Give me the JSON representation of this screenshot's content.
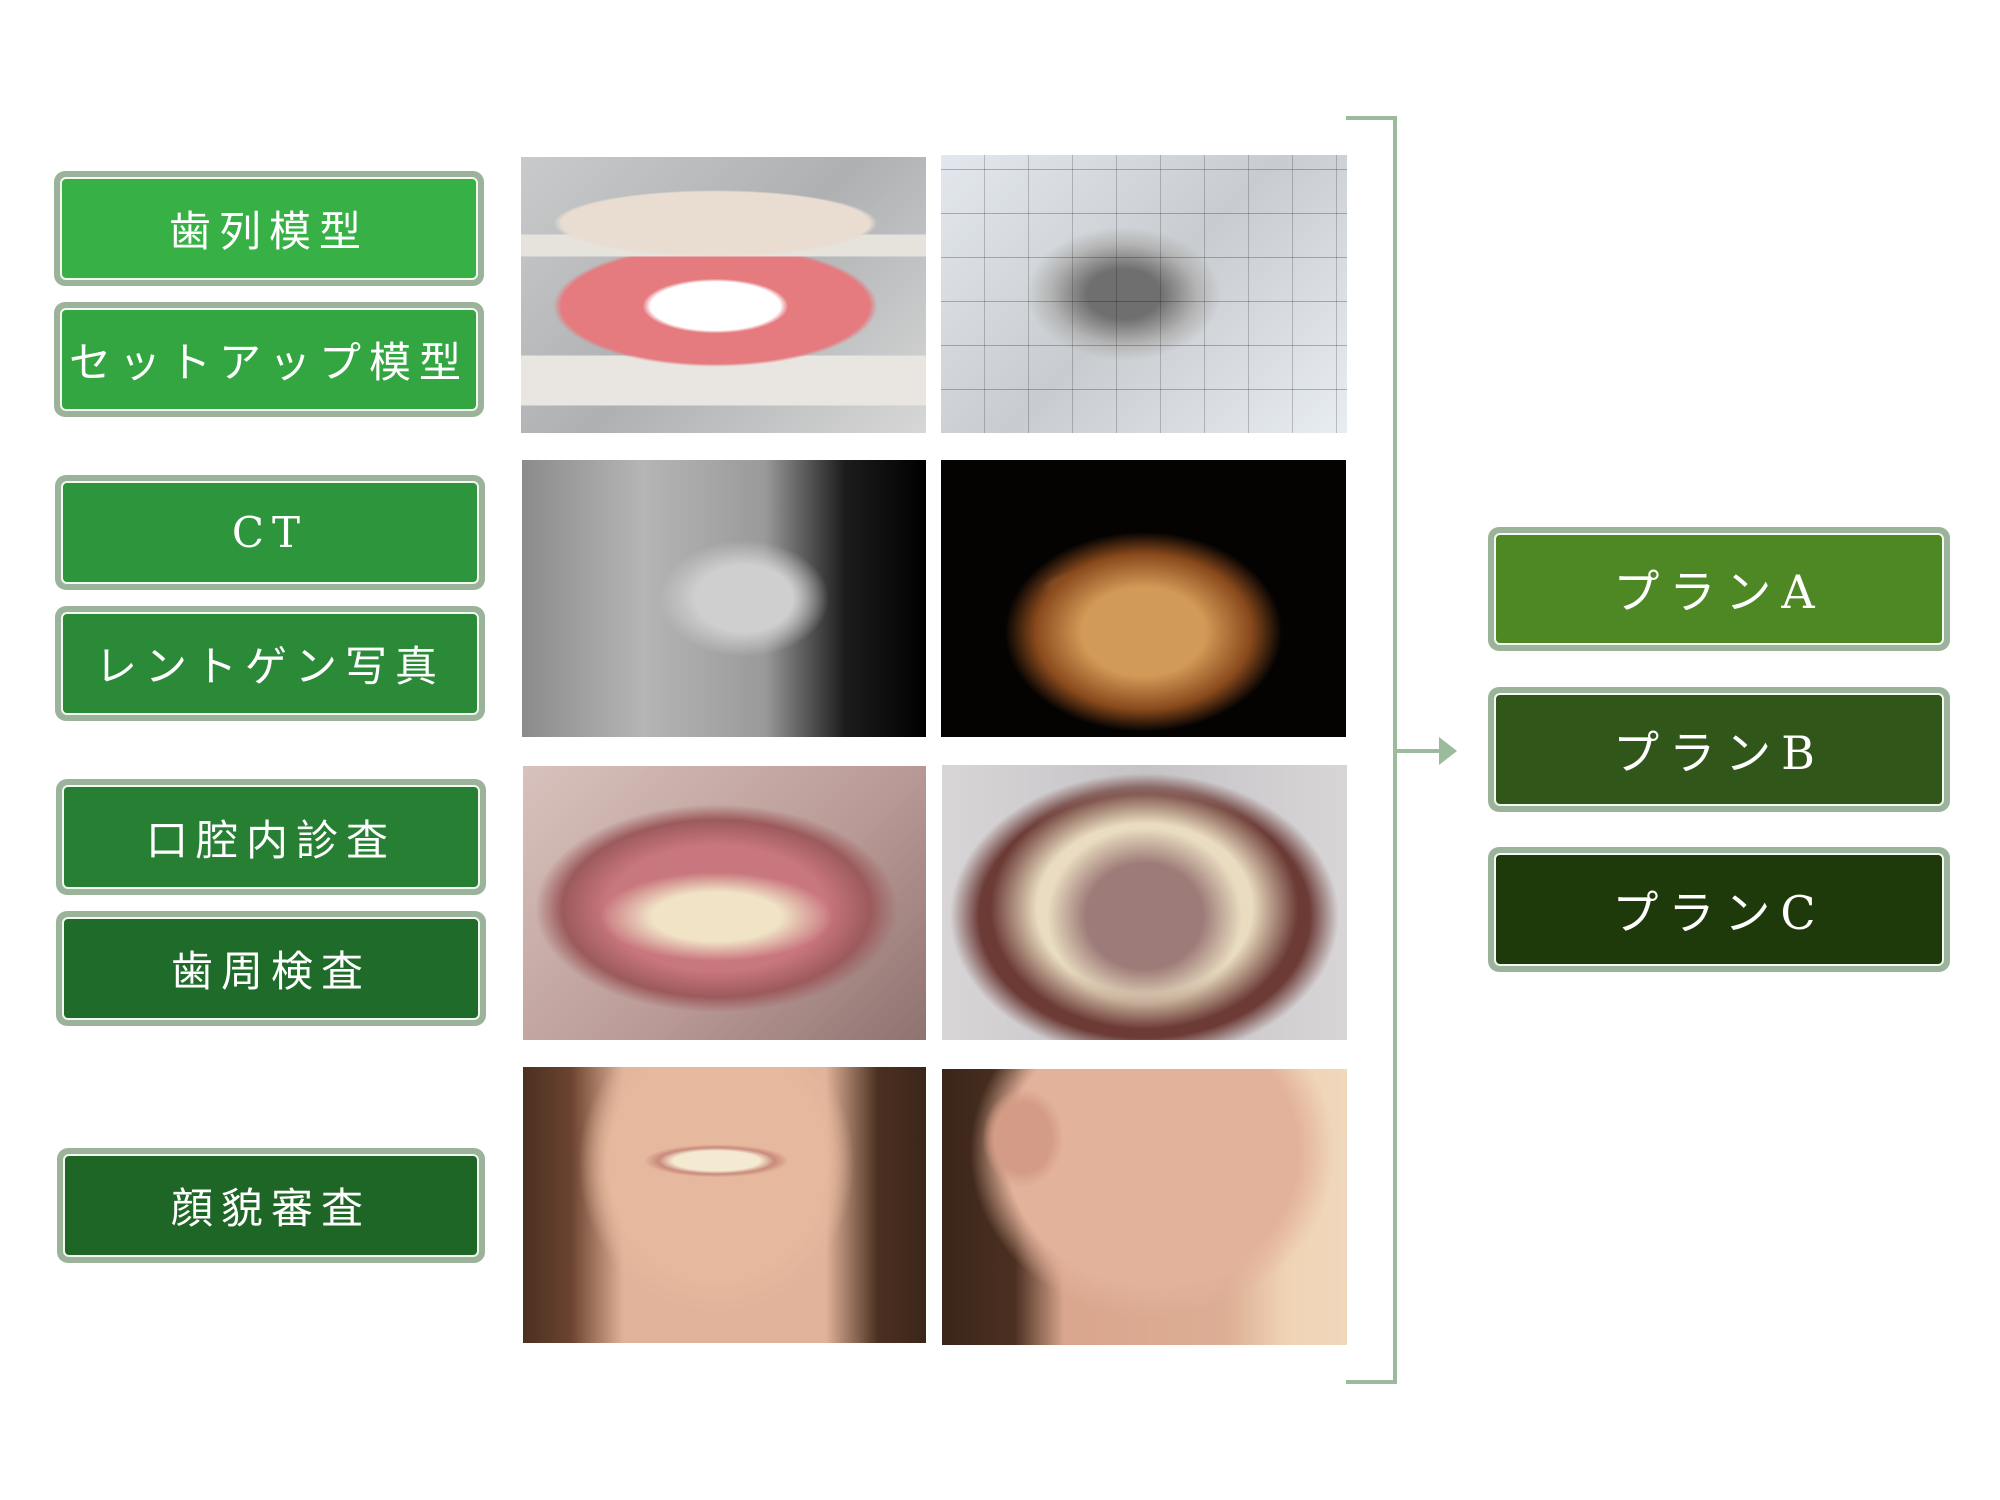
{
  "left_items": [
    {
      "label": "歯列模型",
      "color": "#37b145"
    },
    {
      "label": "セットアップ模型",
      "color": "#33a641"
    },
    {
      "label": "CT",
      "color": "#2d953b"
    },
    {
      "label": "レントゲン写真",
      "color": "#2a8a37"
    },
    {
      "label": "口腔内診査",
      "color": "#267f32"
    },
    {
      "label": "歯周検査",
      "color": "#1f6b29"
    },
    {
      "label": "顔貌審査",
      "color": "#1e6626"
    }
  ],
  "photos": [
    {
      "name": "dental-model-photo",
      "description": "plaster dental cast model"
    },
    {
      "name": "ct-3d-teeth-photo",
      "description": "3D CT rendering of teeth on grid"
    },
    {
      "name": "cephalometric-xray-photo",
      "description": "lateral cephalometric x-ray"
    },
    {
      "name": "ct-color-jaw-photo",
      "description": "color 3D CT jaw rendering"
    },
    {
      "name": "intraoral-side-photo",
      "description": "intraoral lateral bite photo"
    },
    {
      "name": "intraoral-occlusal-photo",
      "description": "upper occlusal view"
    },
    {
      "name": "face-front-smile-photo",
      "description": "frontal smile photo"
    },
    {
      "name": "face-profile-photo",
      "description": "facial profile photo"
    }
  ],
  "plans": [
    {
      "label": "プランA",
      "color": "#4e8824"
    },
    {
      "label": "プランB",
      "color": "#30561a"
    },
    {
      "label": "プランC",
      "color": "#1e3a0a"
    }
  ],
  "colors": {
    "frame": "#9bb39b",
    "bracket": "#9bbb9c"
  },
  "icons": {
    "arrow": "arrow-right-icon"
  }
}
